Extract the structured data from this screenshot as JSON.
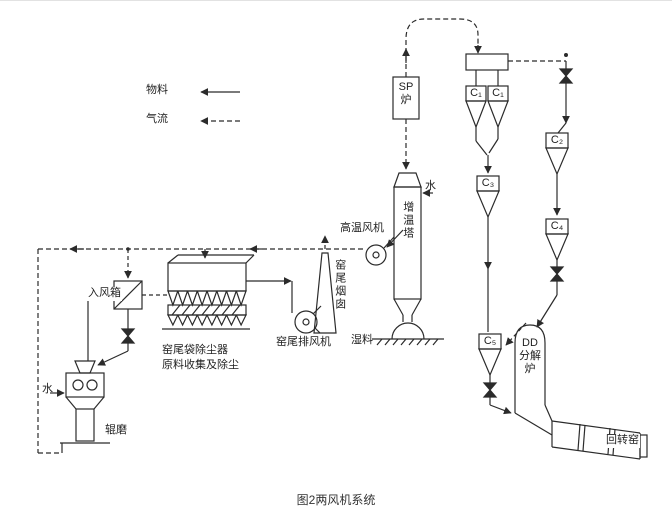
{
  "figure_caption": "图2两风机系统",
  "legend": {
    "material": "物料",
    "gas": "气流"
  },
  "colors": {
    "line": "#2b2b2b",
    "background": "#ffffff",
    "text": "#1f1f1f"
  },
  "components": {
    "sp_furnace": "SP炉",
    "cyclone_c1a": "C₁",
    "cyclone_c1b": "C₁",
    "cyclone_c2": "C₂",
    "cyclone_c3": "C₃",
    "cyclone_c4": "C₄",
    "cyclone_c5": "C₅",
    "water_top": "水",
    "gct_tower": "增温塔",
    "ht_fan": "高温风机",
    "chimney": "窑尾烟囱",
    "exhaust_fan": "窑尾排风机",
    "wet_material": "湿料",
    "bag_filter": "窑尾袋除尘器",
    "bag_filter_sub": "原料收集及除尘",
    "air_box": "入风箱",
    "water_left": "水",
    "roller_mill": "辊磨",
    "dd_furnace": "DD分解炉",
    "rotary_kiln": "回转窑"
  }
}
